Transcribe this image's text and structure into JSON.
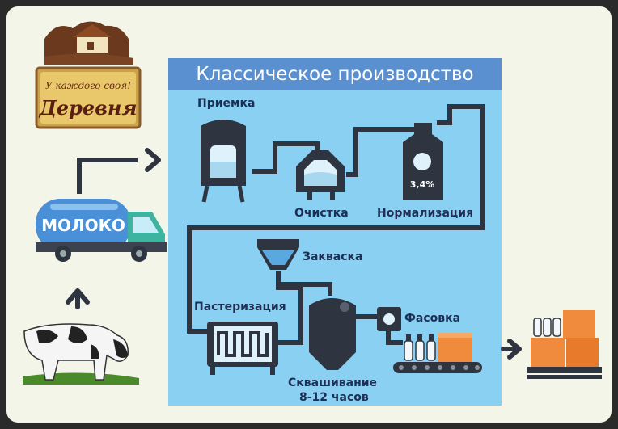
{
  "title": "Классическое производство",
  "logo": {
    "text_top": "У каждого своя!",
    "text_main": "Деревня"
  },
  "truck_label": "МОЛОКО",
  "steps": {
    "receiving": "Приемка",
    "cleaning": "Очистка",
    "normalization": "Нормализация",
    "normalization_value": "3,4%",
    "starter": "Закваска",
    "pasteurization": "Пастеризация",
    "fermentation": "Сквашивание",
    "fermentation_time": "8-12 часов",
    "packaging": "Фасовка"
  },
  "colors": {
    "panel": "#8ad0f2",
    "title_bar": "#5a8fd0",
    "pipe": "#2e3440",
    "label": "#1e2f55",
    "truck": "#4a90d9",
    "box": "#f08a3c"
  }
}
